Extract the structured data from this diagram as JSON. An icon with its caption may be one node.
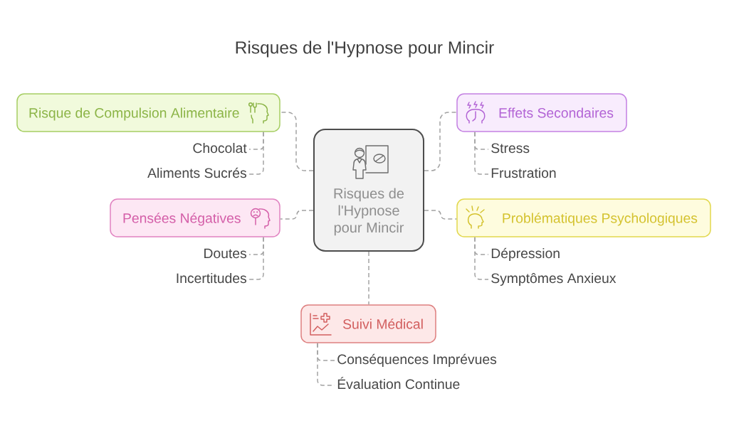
{
  "diagram": {
    "title": "Risques de l'Hypnose pour Mincir",
    "nodes": [
      {
        "text": [
          "Risques de l'Hypnose pour Mincir"
        ]
      },
      {
        "text": [
          "Risque de Compulsion Alimentaire"
        ]
      },
      {
        "text": [
          "Chocolat"
        ]
      },
      {
        "text": [
          "Aliments Sucrés"
        ]
      },
      {
        "text": [
          "Effets Secondaires"
        ]
      },
      {
        "text": [
          "Stress"
        ]
      },
      {
        "text": [
          "Frustration"
        ]
      },
      {
        "text": [
          "Pensées Négatives"
        ]
      },
      {
        "text": [
          "Doutes"
        ]
      },
      {
        "text": [
          "Incertitudes"
        ]
      },
      {
        "text": [
          "Problématiques Psychologiques"
        ]
      },
      {
        "text": [
          "Dépression"
        ]
      },
      {
        "text": [
          "Symptômes Anxieux"
        ]
      },
      {
        "text": [
          "Suivi Médical"
        ]
      },
      {
        "text": [
          "Conséquences Imprévues"
        ]
      },
      {
        "text": [
          "Évaluation Continue"
        ]
      }
    ],
    "edges": [
      {
        "from": 0,
        "to": 1,
        "arrow": "none",
        "style": "dashed"
      },
      {
        "from": 1,
        "to": 2,
        "arrow": "none",
        "style": "dashed"
      },
      {
        "from": 1,
        "to": 3,
        "arrow": "none",
        "style": "dashed"
      },
      {
        "from": 0,
        "to": 4,
        "arrow": "none",
        "style": "dashed"
      },
      {
        "from": 4,
        "to": 5,
        "arrow": "none",
        "style": "dashed"
      },
      {
        "from": 4,
        "to": 6,
        "arrow": "none",
        "style": "dashed"
      },
      {
        "from": 0,
        "to": 7,
        "arrow": "none",
        "style": "dashed"
      },
      {
        "from": 7,
        "to": 8,
        "arrow": "none",
        "style": "dashed"
      },
      {
        "from": 7,
        "to": 9,
        "arrow": "none",
        "style": "dashed"
      },
      {
        "from": 0,
        "to": 10,
        "arrow": "none",
        "style": "dashed"
      },
      {
        "from": 10,
        "to": 11,
        "arrow": "none",
        "style": "dashed"
      },
      {
        "from": 10,
        "to": 12,
        "arrow": "none",
        "style": "dashed"
      },
      {
        "from": 0,
        "to": 13,
        "arrow": "none",
        "style": "dashed"
      },
      {
        "from": 13,
        "to": 14,
        "arrow": "none",
        "style": "dashed"
      },
      {
        "from": 13,
        "to": 15,
        "arrow": "none",
        "style": "dashed"
      }
    ]
  }
}
